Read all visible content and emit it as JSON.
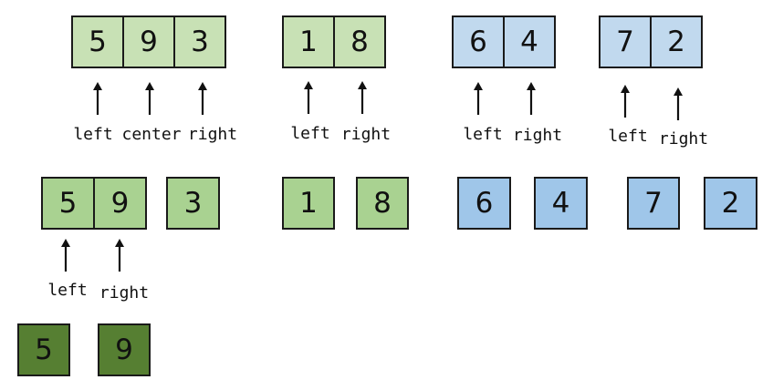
{
  "row1": {
    "groups": [
      {
        "values": [
          "5",
          "9",
          "3"
        ],
        "labels": [
          "left",
          "center",
          "right"
        ],
        "color": "#c8e1b5"
      },
      {
        "values": [
          "1",
          "8"
        ],
        "labels": [
          "left",
          "right"
        ],
        "color": "#c8e1b5"
      },
      {
        "values": [
          "6",
          "4"
        ],
        "labels": [
          "left",
          "right"
        ],
        "color": "#c1d9ee"
      },
      {
        "values": [
          "7",
          "2"
        ],
        "labels": [
          "left",
          "right"
        ],
        "color": "#c1d9ee"
      }
    ]
  },
  "row2": {
    "pair": {
      "values": [
        "5",
        "9"
      ],
      "labels": [
        "left",
        "right"
      ],
      "color": "#a9d291"
    },
    "singles": [
      {
        "value": "3",
        "color": "#a9d291"
      },
      {
        "value": "1",
        "color": "#a9d291"
      },
      {
        "value": "8",
        "color": "#a9d291"
      },
      {
        "value": "6",
        "color": "#9fc6e9"
      },
      {
        "value": "4",
        "color": "#9fc6e9"
      },
      {
        "value": "7",
        "color": "#9fc6e9"
      },
      {
        "value": "2",
        "color": "#9fc6e9"
      }
    ]
  },
  "row3": {
    "singles": [
      {
        "value": "5",
        "color": "#567f32"
      },
      {
        "value": "9",
        "color": "#567f32"
      }
    ]
  }
}
